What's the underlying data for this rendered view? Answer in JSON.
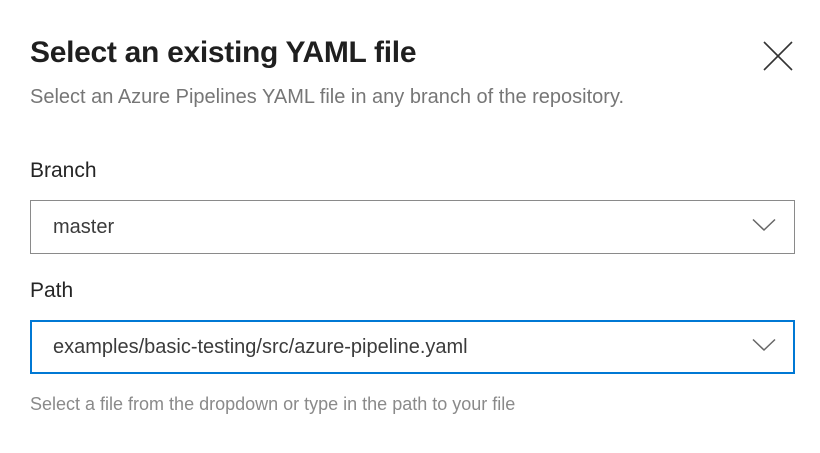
{
  "dialog": {
    "title": "Select an existing YAML file",
    "subtitle": "Select an Azure Pipelines YAML file in any branch of the repository.",
    "close_label": "Close"
  },
  "form": {
    "branch": {
      "label": "Branch",
      "value": "master"
    },
    "path": {
      "label": "Path",
      "value": "examples/basic-testing/src/azure-pipeline.yaml",
      "helper": "Select a file from the dropdown or type in the path to your file"
    }
  },
  "icons": {
    "close": "close-icon",
    "chevron_down": "chevron-down-icon"
  },
  "colors": {
    "accent": "#0078d4",
    "field_border": "#8a8a8a",
    "title_text": "#1f1f1f",
    "muted_text": "#767676"
  }
}
